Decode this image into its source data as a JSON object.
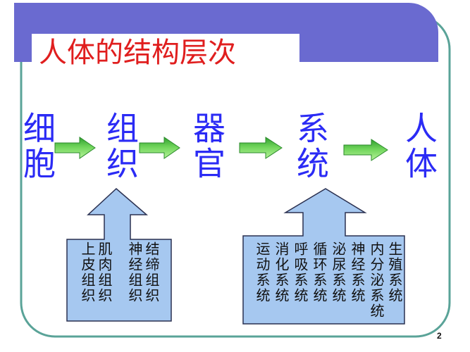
{
  "title": "人体的结构层次",
  "levels": [
    "细胞",
    "组织",
    "器官",
    "系统",
    "人体"
  ],
  "tissues": [
    "上皮组织",
    "肌肉组织",
    "神经组织",
    "结缔组织"
  ],
  "systems": [
    "运动系统",
    "消化系统",
    "呼吸系统",
    "循环系统",
    "泌尿系统",
    "神经系统",
    "内分泌系统",
    "生殖系统"
  ],
  "page_number": "2",
  "colors": {
    "header_band": "#6a6ad0",
    "frame": "#5aa398",
    "title_text": "#e01e1e",
    "level_text": "#2b2bf5",
    "callout_fill": "#a6c8f0",
    "arrow_green": "#6fd45a"
  }
}
